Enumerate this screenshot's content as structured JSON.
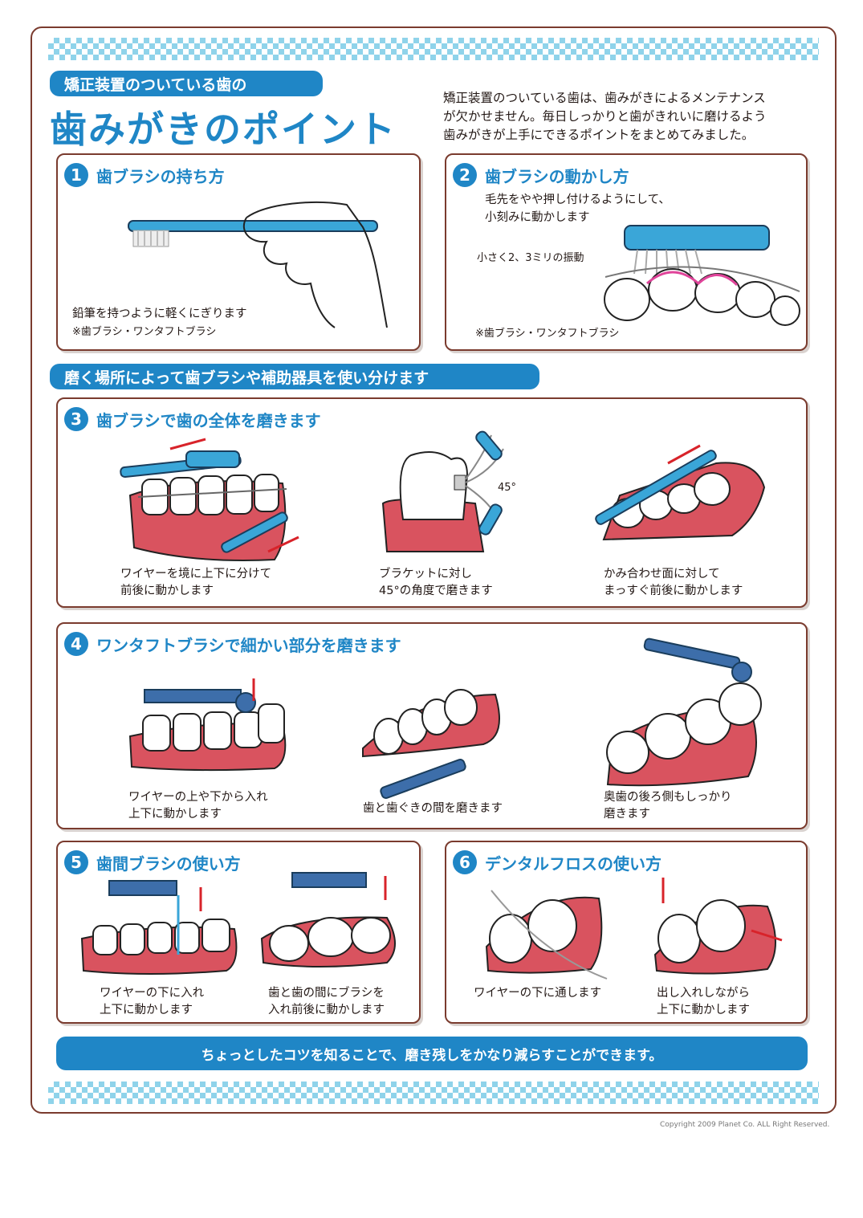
{
  "header": {
    "subtitle": "矯正装置のついている歯の",
    "title": "歯みがきのポイント",
    "intro": [
      "矯正装置のついている歯は、歯みがきによるメンテナンス",
      "が欠かせません。毎日しっかりと歯がきれいに磨けるよう",
      "歯みがきが上手にできるポイントをまとめてみました。"
    ]
  },
  "section_divider": "磨く場所によって歯ブラシや補助器具を使い分けます",
  "sections": [
    {
      "num": "1",
      "title": "歯ブラシの持ち方",
      "captions": [
        "鉛筆を持つように軽くにぎります",
        "※歯ブラシ・ワンタフトブラシ"
      ]
    },
    {
      "num": "2",
      "title": "歯ブラシの動かし方",
      "captions": [
        "毛先をやや押し付けるようにして、",
        "小刻みに動かします",
        "小さく2、3ミリの振動",
        "※歯ブラシ・ワンタフトブラシ"
      ]
    },
    {
      "num": "3",
      "title": "歯ブラシで歯の全体を磨きます",
      "angle": "45°",
      "captions": [
        [
          "ワイヤーを境に上下に分けて",
          "前後に動かします"
        ],
        [
          "ブラケットに対し",
          "45°の角度で磨きます"
        ],
        [
          "かみ合わせ面に対して",
          "まっすぐ前後に動かします"
        ]
      ]
    },
    {
      "num": "4",
      "title": "ワンタフトブラシで細かい部分を磨きます",
      "captions": [
        [
          "ワイヤーの上や下から入れ",
          "上下に動かします"
        ],
        [
          "歯と歯ぐきの間を磨きます"
        ],
        [
          "奥歯の後ろ側もしっかり",
          "磨きます"
        ]
      ]
    },
    {
      "num": "5",
      "title": "歯間ブラシの使い方",
      "captions": [
        [
          "ワイヤーの下に入れ",
          "上下に動かします"
        ],
        [
          "歯と歯の間にブラシを",
          "入れ前後に動かします"
        ]
      ]
    },
    {
      "num": "6",
      "title": "デンタルフロスの使い方",
      "captions": [
        [
          "ワイヤーの下に通します"
        ],
        [
          "出し入れしながら",
          "上下に動かします"
        ]
      ]
    }
  ],
  "footer_banner": "ちょっとしたコツを知ることで、磨き残しをかなり減らすことができます。",
  "copyright": "Copyright 2009 Planet Co. ALL Right Reserved.",
  "colors": {
    "accent": "#1f86c6",
    "gum": "#d9535f",
    "border": "#7a3b2e",
    "checker": "#8fd3ea"
  }
}
